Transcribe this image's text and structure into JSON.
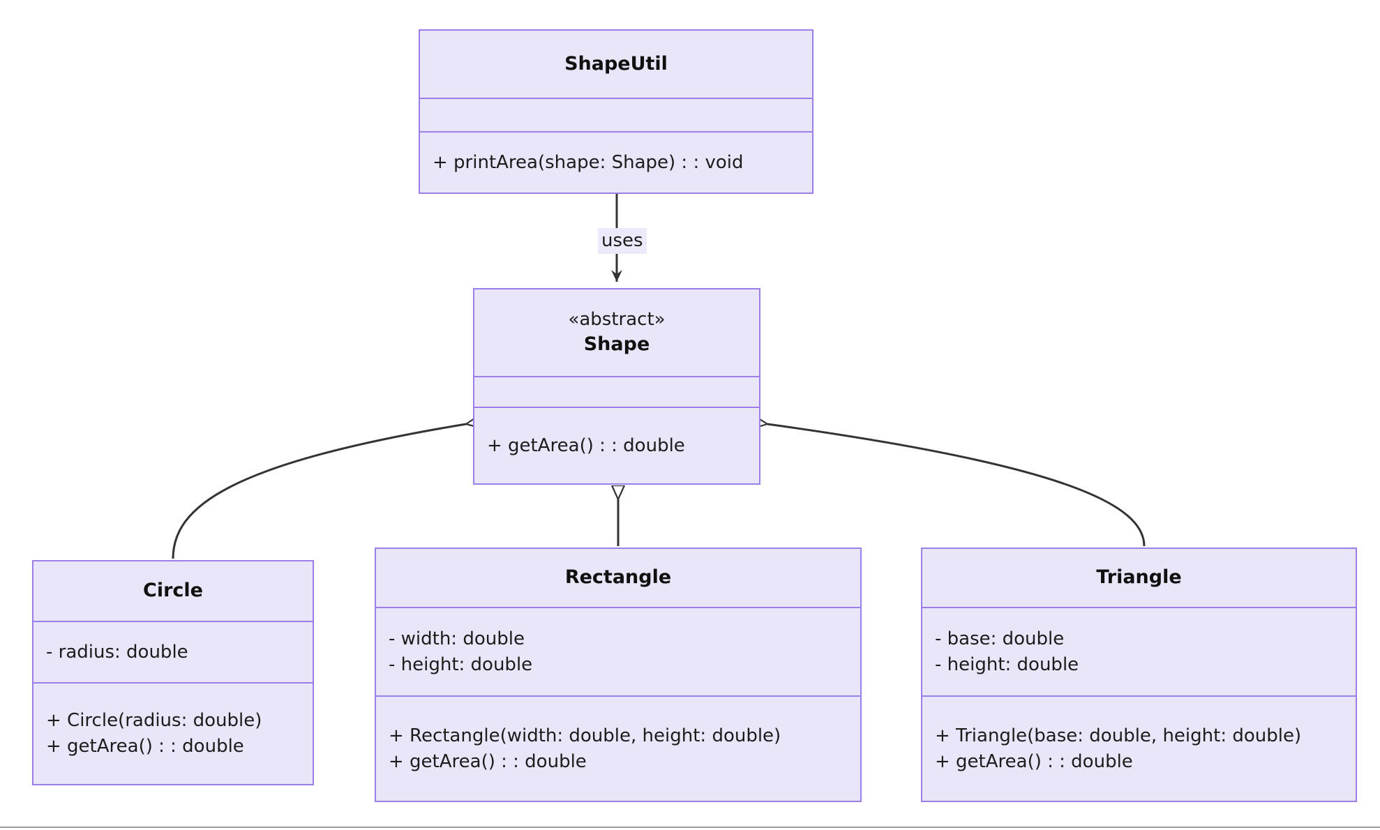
{
  "diagram": {
    "type": "uml-class-diagram",
    "background_color": "#ffffff",
    "class_fill_color": "#e9e6f9",
    "class_border_color": "#9b7ee8",
    "connector_color": "#333333",
    "arrowhead_fill_color": "#ffffff",
    "label_background_color": "#ece9fb"
  },
  "classes": {
    "shapeutil": {
      "name": "ShapeUtil",
      "stereotype": "",
      "attributes": [],
      "methods": [
        "+ printArea(shape: Shape) : : void"
      ]
    },
    "shape": {
      "name": "Shape",
      "stereotype": "«abstract»",
      "attributes": [],
      "methods": [
        "+ getArea() : : double"
      ]
    },
    "circle": {
      "name": "Circle",
      "stereotype": "",
      "attributes": [
        "- radius: double"
      ],
      "methods": [
        "+ Circle(radius: double)",
        "+ getArea() : : double"
      ]
    },
    "rectangle": {
      "name": "Rectangle",
      "stereotype": "",
      "attributes": [
        "- width: double",
        "- height: double"
      ],
      "methods": [
        "+ Rectangle(width: double, height: double)",
        "+ getArea() : : double"
      ]
    },
    "triangle": {
      "name": "Triangle",
      "stereotype": "",
      "attributes": [
        "- base: double",
        "- height: double"
      ],
      "methods": [
        "+ Triangle(base: double, height: double)",
        "+ getArea() : : double"
      ]
    }
  },
  "relationships": [
    {
      "id": "shapeutil-uses-shape",
      "from": "ShapeUtil",
      "to": "Shape",
      "kind": "dependency",
      "label": "uses",
      "arrowhead": "open-arrow"
    },
    {
      "id": "circle-extends-shape",
      "from": "Circle",
      "to": "Shape",
      "kind": "generalization",
      "label": "",
      "arrowhead": "hollow-triangle"
    },
    {
      "id": "rectangle-extends-shape",
      "from": "Rectangle",
      "to": "Shape",
      "kind": "generalization",
      "label": "",
      "arrowhead": "hollow-triangle"
    },
    {
      "id": "triangle-extends-shape",
      "from": "Triangle",
      "to": "Shape",
      "kind": "generalization",
      "label": "",
      "arrowhead": "hollow-triangle"
    }
  ]
}
